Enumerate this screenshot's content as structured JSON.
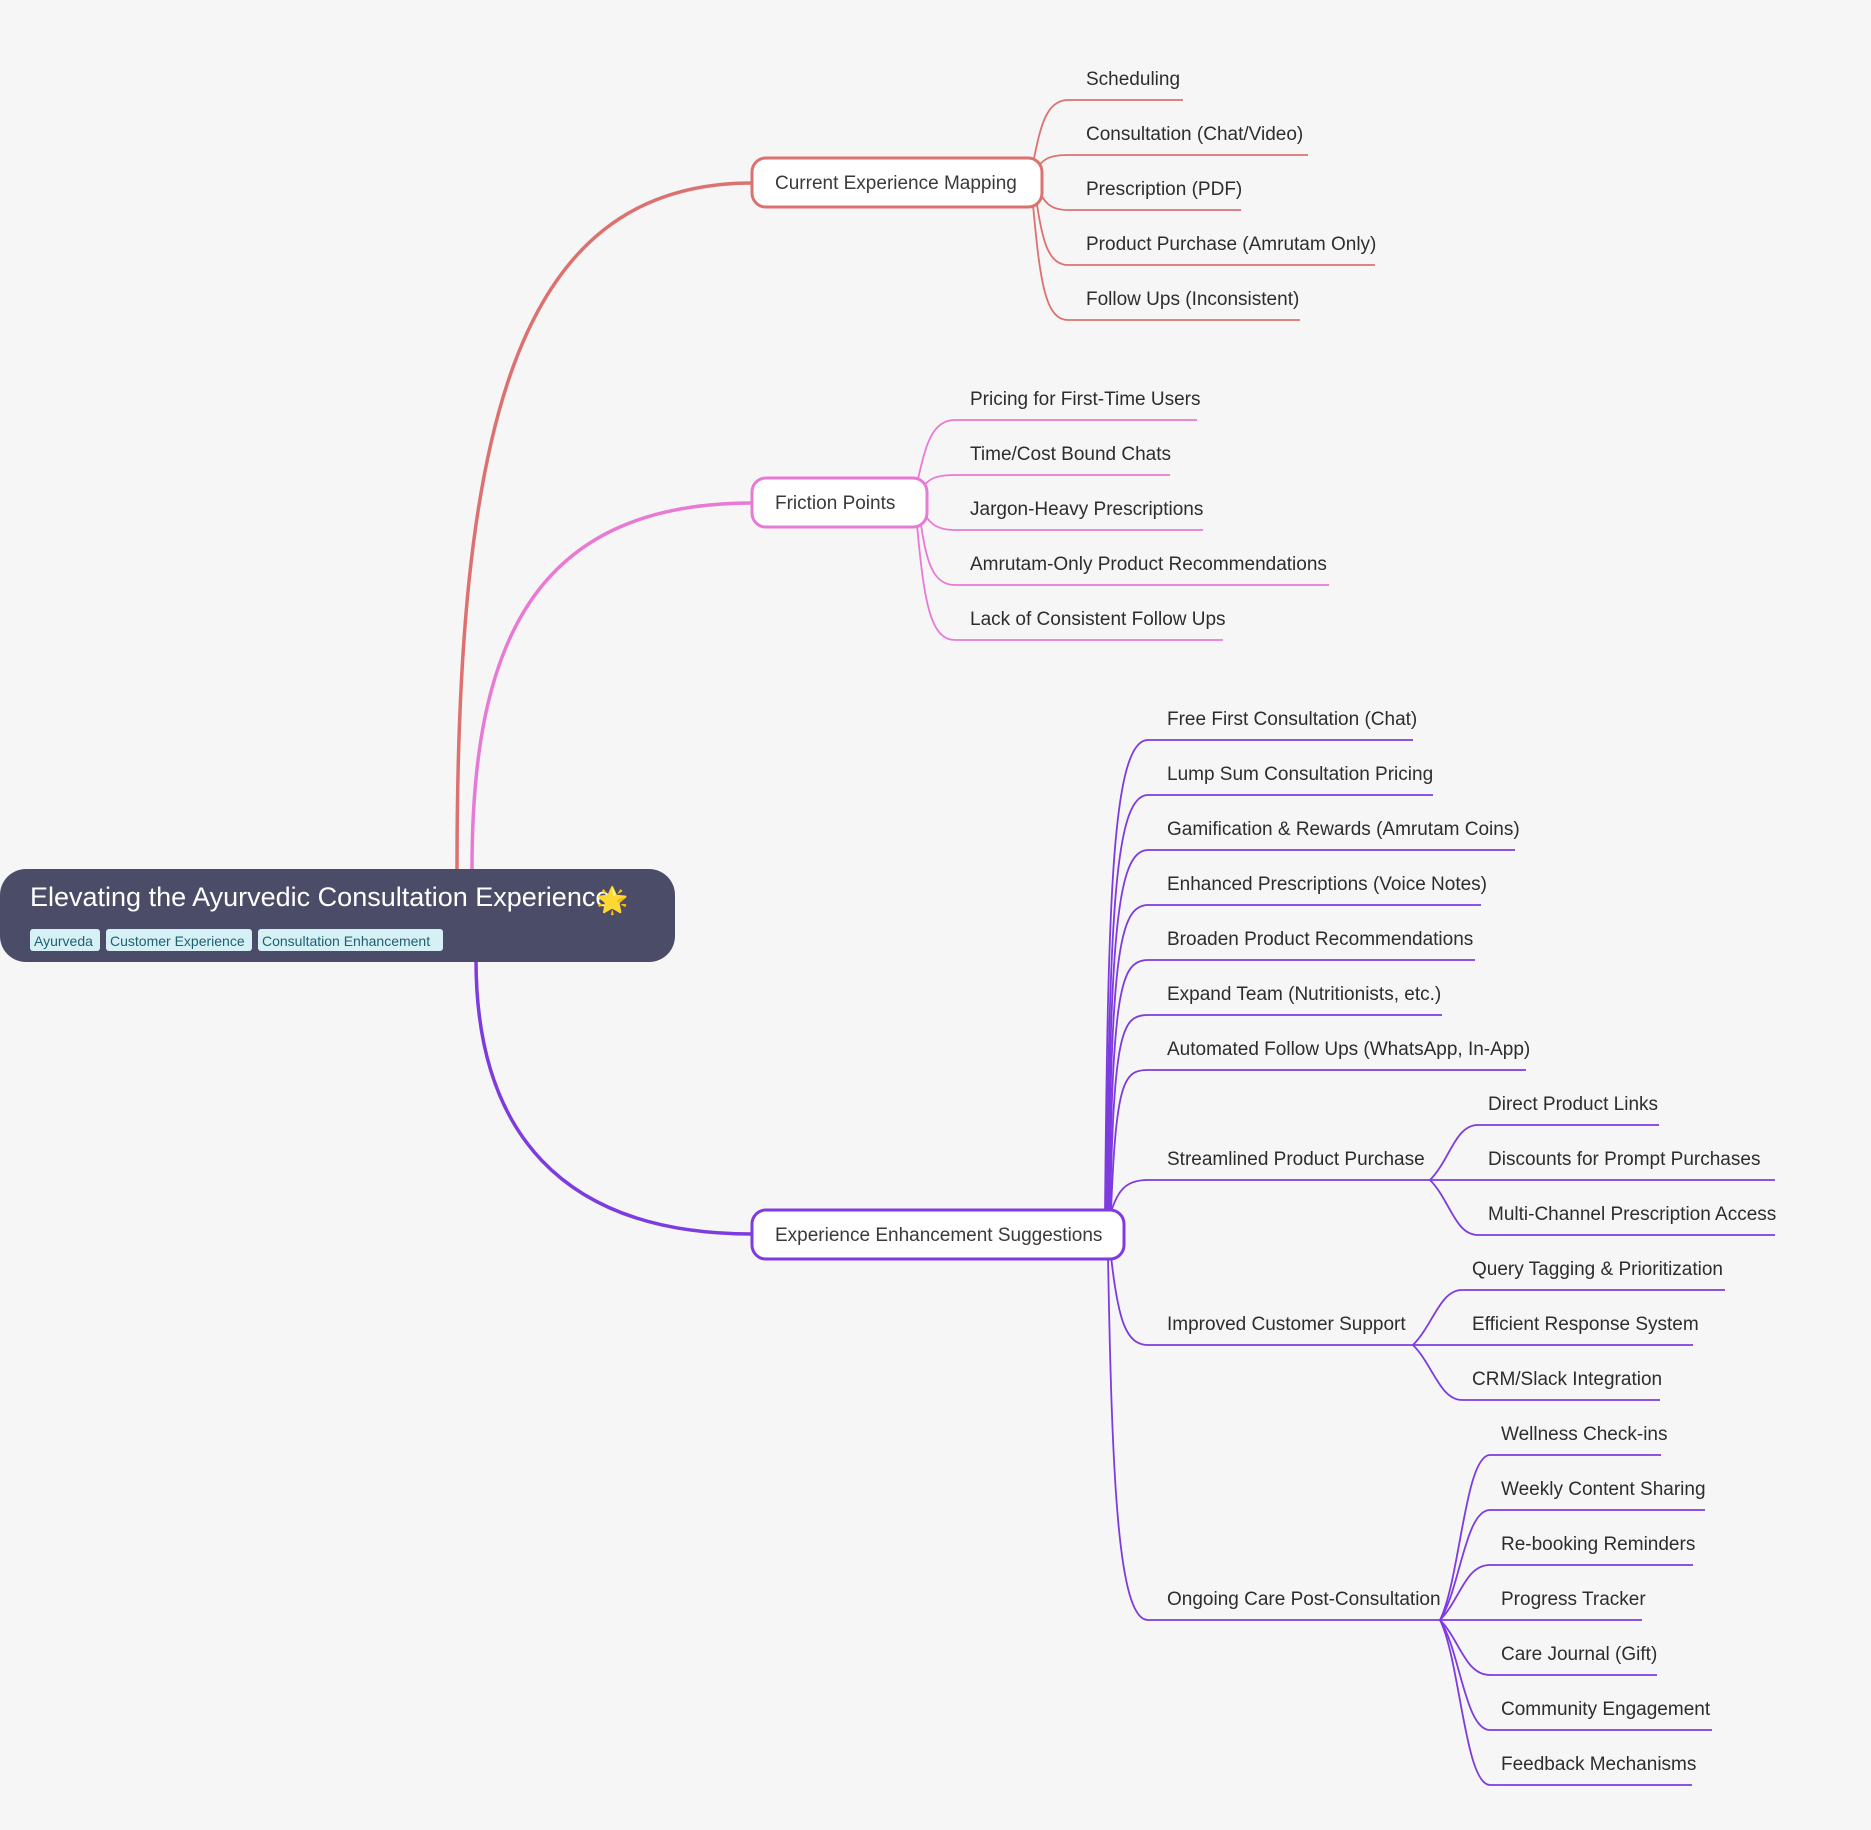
{
  "root": {
    "title": "Elevating the Ayurvedic Consultation Experience",
    "emoji": "🌟",
    "tags": [
      "Ayurveda",
      "Customer Experience",
      "Consultation Enhancement"
    ]
  },
  "colors": {
    "background": "#f6f6f6",
    "root_fill": "#4b4c68",
    "tag_fill": "#d6f1f6",
    "branch_current": "#dc7170",
    "branch_friction": "#e87ad6",
    "branch_enhancement": "#7d3be0"
  },
  "branches": [
    {
      "id": "current",
      "label": "Current Experience Mapping",
      "children": [
        {
          "label": "Scheduling"
        },
        {
          "label": "Consultation (Chat/Video)"
        },
        {
          "label": "Prescription (PDF)"
        },
        {
          "label": "Product Purchase (Amrutam Only)"
        },
        {
          "label": "Follow Ups (Inconsistent)"
        }
      ]
    },
    {
      "id": "friction",
      "label": "Friction Points",
      "children": [
        {
          "label": "Pricing for First-Time Users"
        },
        {
          "label": "Time/Cost Bound Chats"
        },
        {
          "label": "Jargon-Heavy Prescriptions"
        },
        {
          "label": "Amrutam-Only Product Recommendations"
        },
        {
          "label": "Lack of Consistent Follow Ups"
        }
      ]
    },
    {
      "id": "enhancement",
      "label": "Experience Enhancement Suggestions",
      "children": [
        {
          "label": "Free First Consultation (Chat)"
        },
        {
          "label": "Lump Sum Consultation Pricing"
        },
        {
          "label": "Gamification & Rewards (Amrutam Coins)"
        },
        {
          "label": "Enhanced Prescriptions (Voice Notes)"
        },
        {
          "label": "Broaden Product Recommendations"
        },
        {
          "label": "Expand Team (Nutritionists, etc.)"
        },
        {
          "label": "Automated Follow Ups (WhatsApp, In-App)"
        },
        {
          "label": "Streamlined Product Purchase",
          "children": [
            {
              "label": "Direct Product Links"
            },
            {
              "label": "Discounts for Prompt Purchases"
            },
            {
              "label": "Multi-Channel Prescription Access"
            }
          ]
        },
        {
          "label": "Improved Customer Support",
          "children": [
            {
              "label": "Query Tagging & Prioritization"
            },
            {
              "label": "Efficient Response System"
            },
            {
              "label": "CRM/Slack Integration"
            }
          ]
        },
        {
          "label": "Ongoing Care Post-Consultation",
          "children": [
            {
              "label": "Wellness Check-ins"
            },
            {
              "label": "Weekly Content Sharing"
            },
            {
              "label": "Re-booking Reminders"
            },
            {
              "label": "Progress Tracker"
            },
            {
              "label": "Care Journal (Gift)"
            },
            {
              "label": "Community Engagement"
            },
            {
              "label": "Feedback Mechanisms"
            }
          ]
        }
      ]
    }
  ]
}
